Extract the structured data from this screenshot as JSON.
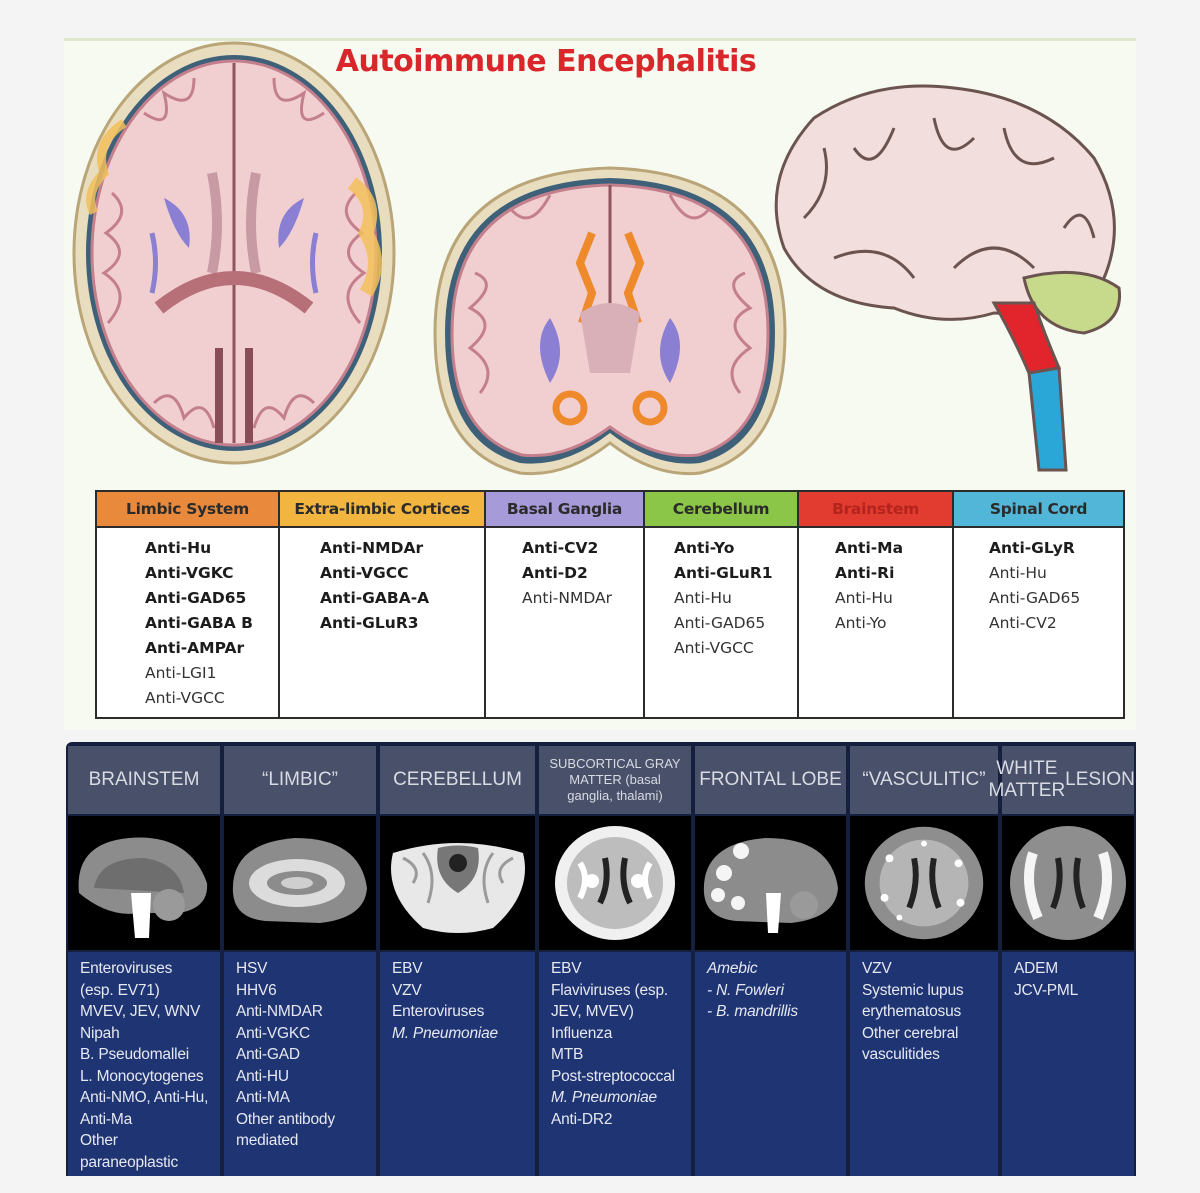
{
  "title": "Autoimmune Encephalitis",
  "illustrations": [
    "axial-brain-section",
    "coronal-brain-section",
    "lateral-brain-with-spinal-cord"
  ],
  "colors": {
    "title": "#d9262a",
    "limbic": "#e9893c",
    "extra_limbic": "#f2b540",
    "basal_ganglia": "#a79ad8",
    "cerebellum": "#8cc648",
    "brainstem": "#e23b2f",
    "spinal_cord": "#52b6d8",
    "bottom_panel": "#1f3473"
  },
  "antibody_table": [
    {
      "region": "Limbic System",
      "color": "#e9893c",
      "items": [
        {
          "text": "Anti-Hu",
          "bold": true
        },
        {
          "text": "Anti-VGKC",
          "bold": true
        },
        {
          "text": "Anti-GAD65",
          "bold": true
        },
        {
          "text": "Anti-GABA B",
          "bold": true
        },
        {
          "text": "Anti-AMPAr",
          "bold": true
        },
        {
          "text": "Anti-LGI1",
          "bold": false
        },
        {
          "text": "Anti-VGCC",
          "bold": false
        }
      ]
    },
    {
      "region": "Extra-limbic Cortices",
      "color": "#f2b540",
      "items": [
        {
          "text": "Anti-NMDAr",
          "bold": true
        },
        {
          "text": "Anti-VGCC",
          "bold": true
        },
        {
          "text": "Anti-GABA-A",
          "bold": true
        },
        {
          "text": "Anti-GLuR3",
          "bold": true
        }
      ]
    },
    {
      "region": "Basal Ganglia",
      "color": "#a79ad8",
      "items": [
        {
          "text": "Anti-CV2",
          "bold": true
        },
        {
          "text": "Anti-D2",
          "bold": true
        },
        {
          "text": "Anti-NMDAr",
          "bold": false
        }
      ]
    },
    {
      "region": "Cerebellum",
      "color": "#8cc648",
      "items": [
        {
          "text": "Anti-Yo",
          "bold": true
        },
        {
          "text": "Anti-GLuR1",
          "bold": true
        },
        {
          "text": "Anti-Hu",
          "bold": false
        },
        {
          "text": "Anti-GAD65",
          "bold": false
        },
        {
          "text": "Anti-VGCC",
          "bold": false
        }
      ]
    },
    {
      "region": "Brainstem",
      "color": "#e23b2f",
      "items": [
        {
          "text": "Anti-Ma",
          "bold": true
        },
        {
          "text": "Anti-Ri",
          "bold": true
        },
        {
          "text": "Anti-Hu",
          "bold": false
        },
        {
          "text": "Anti-Yo",
          "bold": false
        }
      ]
    },
    {
      "region": "Spinal Cord",
      "color": "#52b6d8",
      "items": [
        {
          "text": "Anti-GLyR",
          "bold": true
        },
        {
          "text": "Anti-Hu",
          "bold": false
        },
        {
          "text": "Anti-GAD65",
          "bold": false
        },
        {
          "text": "Anti-CV2",
          "bold": false
        }
      ]
    }
  ],
  "patterns": [
    {
      "header": [
        "BRAINSTEM"
      ],
      "image": "sagittal-brainstem-mri",
      "items": [
        {
          "text": "Enteroviruses"
        },
        {
          "text": "(esp. EV71)"
        },
        {
          "text": "MVEV, JEV, WNV"
        },
        {
          "text": "Nipah"
        },
        {
          "text": "B. Pseudomallei"
        },
        {
          "text": "L. Monocytogenes"
        },
        {
          "text": "Anti-NMO, Anti-Hu,"
        },
        {
          "text": "Anti-Ma"
        },
        {
          "text": "Other"
        },
        {
          "text": "paraneoplastic"
        }
      ]
    },
    {
      "header": [
        "“LIMBIC”"
      ],
      "image": "sagittal-limbic-mri",
      "items": [
        {
          "text": "HSV"
        },
        {
          "text": "HHV6"
        },
        {
          "text": "Anti-NMDAR"
        },
        {
          "text": "Anti-VGKC"
        },
        {
          "text": "Anti-GAD"
        },
        {
          "text": "Anti-HU"
        },
        {
          "text": "Anti-MA"
        },
        {
          "text": "Other antibody"
        },
        {
          "text": "mediated"
        }
      ]
    },
    {
      "header": [
        "CEREBELLUM"
      ],
      "image": "axial-cerebellum-mri",
      "items": [
        {
          "text": "EBV"
        },
        {
          "text": "VZV"
        },
        {
          "text": "Enteroviruses"
        },
        {
          "text": "M. Pneumoniae",
          "italic": true
        }
      ]
    },
    {
      "header": [
        "SUBCORTICAL GRAY",
        "MATTER (basal",
        "ganglia, thalami)"
      ],
      "small": true,
      "image": "axial-subcortical-mri",
      "items": [
        {
          "text": "EBV"
        },
        {
          "text": "Flaviviruses (esp."
        },
        {
          "text": "JEV, MVEV)"
        },
        {
          "text": "Influenza"
        },
        {
          "text": "MTB"
        },
        {
          "text": "Post-streptococcal"
        },
        {
          "text": "M. Pneumoniae",
          "italic": true
        },
        {
          "text": "Anti-DR2"
        }
      ]
    },
    {
      "header": [
        "FRONTAL LOBE"
      ],
      "image": "sagittal-frontal-mri",
      "items": [
        {
          "text": "Amebic",
          "italic": true
        },
        {
          "text": "- N. Fowleri",
          "italic": true
        },
        {
          "text": "- B. mandrillis",
          "italic": true
        }
      ]
    },
    {
      "header": [
        "“VASCULITIC”"
      ],
      "image": "axial-vasculitic-mri",
      "items": [
        {
          "text": "VZV"
        },
        {
          "text": "Systemic lupus"
        },
        {
          "text": "erythematosus"
        },
        {
          "text": "Other cerebral"
        },
        {
          "text": "vasculitides"
        }
      ]
    },
    {
      "header": [
        "WHITE MATTER",
        "LESIONS"
      ],
      "image": "axial-white-matter-mri",
      "items": [
        {
          "text": "ADEM"
        },
        {
          "text": "JCV-PML"
        }
      ]
    }
  ]
}
